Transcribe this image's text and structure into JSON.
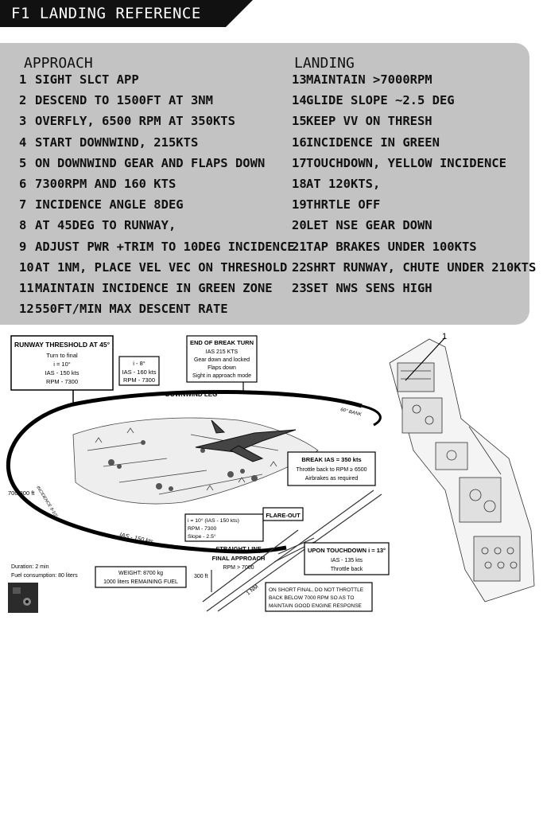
{
  "title": "F1 LANDING REFERENCE",
  "approach": {
    "heading": "APPROACH",
    "steps": [
      {
        "num": "1",
        "text": "SIGHT SLCT APP"
      },
      {
        "num": "2",
        "text": "DESCEND TO 1500FT AT 3NM"
      },
      {
        "num": "3",
        "text": "OVERFLY, 6500 RPM AT 350KTS"
      },
      {
        "num": "4",
        "text": "START DOWNWIND, 215KTS"
      },
      {
        "num": "5",
        "text": "ON DOWNWIND GEAR AND FLAPS DOWN"
      },
      {
        "num": "6",
        "text": "7300RPM AND 160 KTS"
      },
      {
        "num": "7",
        "text": "INCIDENCE ANGLE 8DEG"
      },
      {
        "num": "8",
        "text": "AT 45DEG TO RUNWAY,"
      },
      {
        "num": "9",
        "text": "ADJUST PWR +TRIM TO 10DEG INCIDENCE"
      },
      {
        "num": "10",
        "text": "AT 1NM, PLACE VEL VEC ON THRESHOLD"
      },
      {
        "num": "11",
        "text": "MAINTAIN INCIDENCE IN GREEN ZONE"
      },
      {
        "num": "12",
        "text": "550FT/MIN MAX DESCENT RATE"
      }
    ]
  },
  "landing": {
    "heading": "LANDING",
    "steps": [
      {
        "num": "13",
        "text": "MAINTAIN >7000RPM"
      },
      {
        "num": "14",
        "text": "GLIDE SLOPE ~2.5 DEG"
      },
      {
        "num": "15",
        "text": "KEEP VV ON THRESH"
      },
      {
        "num": "16",
        "text": "INCIDENCE IN GREEN"
      },
      {
        "num": "17",
        "text": "TOUCHDOWN, YELLOW INCIDENCE"
      },
      {
        "num": "18",
        "text": "AT 120KTS,"
      },
      {
        "num": "19",
        "text": "THRTLE OFF"
      },
      {
        "num": "20",
        "text": "LET NSE GEAR DOWN"
      },
      {
        "num": "21",
        "text": "TAP BRAKES UNDER 100KTS"
      },
      {
        "num": "22",
        "text": "SHRT RUNWAY, CHUTE UNDER 210KTS"
      },
      {
        "num": "23",
        "text": "SET NWS SENS HIGH"
      }
    ]
  },
  "diagram": {
    "threshold": {
      "title": "RUNWAY THRESHOLD AT 45°",
      "l1": "Turn to final",
      "l2": "i = 10°",
      "l3": "IAS - 150 kts",
      "l4": "RPM - 7300"
    },
    "downwind_small": {
      "l1": "i - 8°",
      "l2": "IAS - 160 kts",
      "l3": "RPM - 7300"
    },
    "break_turn": {
      "title": "END OF BREAK TURN",
      "l1": "IAS 215 KTS",
      "l2": "Gear down and locked",
      "l3": "Flaps down",
      "l4": "Sight in approach mode"
    },
    "downwind_leg": "DOWNWIND LEG",
    "bank": "60° BANK",
    "break": {
      "title": "BREAK IAS = 350 kts",
      "l1": "Throttle back to RPM ≥ 6500",
      "l2": "Airbrakes as required"
    },
    "alt_700": "700/800 ft",
    "incidence_curve": "INCIDENCE 8-10°",
    "ias_curve": "IAS - 150 kts",
    "final_box": {
      "l1": "i = 10° (IAS - 150 kts)",
      "l2": "RPM - 7300",
      "l3": "Slope - 2.5°"
    },
    "flare": "FLARE-OUT",
    "straight": {
      "l1": "STRAIGHT LINE",
      "l2": "FINAL APPROACH",
      "l3": "RPM > 7000"
    },
    "touchdown": {
      "title": "UPON TOUCHDOWN i = 13°",
      "l1": "IAS - 135 kts",
      "l2": "Throttle back"
    },
    "alt_300": "300 ft",
    "nm": "1 NM",
    "duration": "Duration: 2 min",
    "fuel": "Fuel consumption: 80 liters",
    "weight": {
      "l1": "WEIGHT: 8700 kg",
      "l2": "1000 liters REMAINING FUEL"
    },
    "short_final": {
      "l1": "ON SHORT FINAL, DO NOT THROTTLE",
      "l2": "BACK BELOW 7000 RPM SO AS TO",
      "l3": "MAINTAIN GOOD ENGINE RESPONSE"
    },
    "callout": "1"
  },
  "colors": {
    "title_bg": "#111111",
    "panel_bg": "#c3c3c3"
  }
}
